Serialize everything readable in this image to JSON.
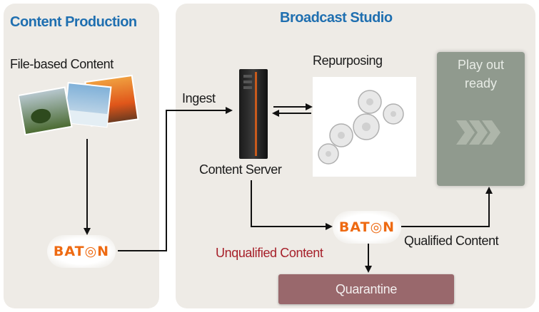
{
  "panels": {
    "content_production": {
      "title": "Content Production"
    },
    "broadcast_studio": {
      "title": "Broadcast Studio"
    }
  },
  "labels": {
    "file_based_content": "File-based Content",
    "ingest": "Ingest",
    "content_server": "Content Server",
    "repurposing": "Repurposing",
    "play_out_line1": "Play out",
    "play_out_line2": "ready",
    "qualified_content": "Qualified Content",
    "unqualified_content": "Unqualified Content",
    "quarantine": "Quarantine"
  },
  "badges": {
    "baton_text": "BAT◎N"
  },
  "colors": {
    "title_blue": "#1f6fb0",
    "unqualified_red": "#a6202a",
    "baton_orange": "#ee6a12",
    "quarantine_box": "#99686c",
    "playout_box": "#909a8e",
    "panel_bg": "#eeebe6"
  },
  "icons": [
    "photos-icon",
    "server-rack-icon",
    "gears-icon",
    "chevrons-icon"
  ]
}
